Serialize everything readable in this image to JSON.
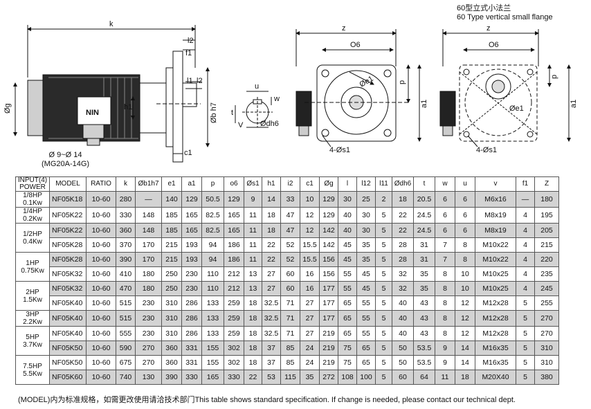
{
  "header": {
    "line1": "60型立式小法兰",
    "line2": "60 Type vertical small flange"
  },
  "side_view": {
    "labels": {
      "k": "k",
      "l2": "l2",
      "f1": "f1",
      "l1": "l1",
      "l2b": "l2",
      "h1": "h1",
      "g": "Øg",
      "b": "Øb h7",
      "c1": "c1",
      "brand": "NIN"
    },
    "caption_line1": "Ø 9~Ø 14",
    "caption_line2": "(MG20A-14G)"
  },
  "shaft_view": {
    "labels": {
      "u": "u",
      "w": "w",
      "t": "t",
      "v": "V",
      "dh": "Ødh6"
    }
  },
  "front_view": {
    "labels": {
      "z": "z",
      "o6": "O6",
      "p": "p",
      "a1": "a1",
      "e1": "Øe1",
      "s1": "4-Øs1"
    }
  },
  "right_view": {
    "labels": {
      "z": "z",
      "o6": "O6",
      "p": "p",
      "a1": "a1",
      "e1": "Øe1",
      "s1": "4-Øs1"
    }
  },
  "table": {
    "headers": [
      "INPUT(4)\nPOWER",
      "MODEL",
      "RATIO",
      "k",
      "Øb1h7",
      "e1",
      "a1",
      "p",
      "o6",
      "Øs1",
      "h1",
      "i2",
      "c1",
      "Øg",
      "l",
      "l12",
      "l11",
      "Ødh6",
      "t",
      "w",
      "u",
      "v",
      "f1",
      "Z"
    ],
    "groups": [
      {
        "power": "1/8HP\n0.1Kw",
        "rows": [
          [
            "NF05K18",
            "10-60",
            "280",
            "—",
            "140",
            "129",
            "50.5",
            "129",
            "9",
            "14",
            "33",
            "10",
            "129",
            "30",
            "25",
            "2",
            "18",
            "20.5",
            "6",
            "6",
            "M6x16",
            "—",
            "180"
          ]
        ]
      },
      {
        "power": "1/4HP\n0.2Kw",
        "rows": [
          [
            "NF05K22",
            "10-60",
            "330",
            "148",
            "185",
            "165",
            "82.5",
            "165",
            "11",
            "18",
            "47",
            "12",
            "129",
            "40",
            "30",
            "5",
            "22",
            "24.5",
            "6",
            "6",
            "M8x19",
            "4",
            "195"
          ]
        ]
      },
      {
        "power": "1/2HP\n0.4Kw",
        "rows": [
          [
            "NF05K22",
            "10-60",
            "360",
            "148",
            "185",
            "165",
            "82.5",
            "165",
            "11",
            "18",
            "47",
            "12",
            "142",
            "40",
            "30",
            "5",
            "22",
            "24.5",
            "6",
            "6",
            "M8x19",
            "4",
            "205"
          ],
          [
            "NF05K28",
            "10-60",
            "370",
            "170",
            "215",
            "193",
            "94",
            "186",
            "11",
            "22",
            "52",
            "15.5",
            "142",
            "45",
            "35",
            "5",
            "28",
            "31",
            "7",
            "8",
            "M10x22",
            "4",
            "215"
          ]
        ]
      },
      {
        "power": "1HP\n0.75Kw",
        "rows": [
          [
            "NF05K28",
            "10-60",
            "390",
            "170",
            "215",
            "193",
            "94",
            "186",
            "11",
            "22",
            "52",
            "15.5",
            "156",
            "45",
            "35",
            "5",
            "28",
            "31",
            "7",
            "8",
            "M10x22",
            "4",
            "220"
          ],
          [
            "NF05K32",
            "10-60",
            "410",
            "180",
            "250",
            "230",
            "110",
            "212",
            "13",
            "27",
            "60",
            "16",
            "156",
            "55",
            "45",
            "5",
            "32",
            "35",
            "8",
            "10",
            "M10x25",
            "4",
            "235"
          ]
        ]
      },
      {
        "power": "2HP\n1.5Kw",
        "rows": [
          [
            "NF05K32",
            "10-60",
            "470",
            "180",
            "250",
            "230",
            "110",
            "212",
            "13",
            "27",
            "60",
            "16",
            "177",
            "55",
            "45",
            "5",
            "32",
            "35",
            "8",
            "10",
            "M10x25",
            "4",
            "245"
          ],
          [
            "NF05K40",
            "10-60",
            "515",
            "230",
            "310",
            "286",
            "133",
            "259",
            "18",
            "32.5",
            "71",
            "27",
            "177",
            "65",
            "55",
            "5",
            "40",
            "43",
            "8",
            "12",
            "M12x28",
            "5",
            "255"
          ]
        ]
      },
      {
        "power": "3HP\n2.2Kw",
        "rows": [
          [
            "NF05K40",
            "10-60",
            "515",
            "230",
            "310",
            "286",
            "133",
            "259",
            "18",
            "32.5",
            "71",
            "27",
            "177",
            "65",
            "55",
            "5",
            "40",
            "43",
            "8",
            "12",
            "M12x28",
            "5",
            "270"
          ]
        ]
      },
      {
        "power": "5HP\n3.7Kw",
        "rows": [
          [
            "NF05K40",
            "10-60",
            "555",
            "230",
            "310",
            "286",
            "133",
            "259",
            "18",
            "32.5",
            "71",
            "27",
            "219",
            "65",
            "55",
            "5",
            "40",
            "43",
            "8",
            "12",
            "M12x28",
            "5",
            "270"
          ],
          [
            "NF05K50",
            "10-60",
            "590",
            "270",
            "360",
            "331",
            "155",
            "302",
            "18",
            "37",
            "85",
            "24",
            "219",
            "75",
            "65",
            "5",
            "50",
            "53.5",
            "9",
            "14",
            "M16x35",
            "5",
            "310"
          ]
        ]
      },
      {
        "power": "7.5HP\n5.5Kw",
        "rows": [
          [
            "NF05K50",
            "10-60",
            "675",
            "270",
            "360",
            "331",
            "155",
            "302",
            "18",
            "37",
            "85",
            "24",
            "219",
            "75",
            "65",
            "5",
            "50",
            "53.5",
            "9",
            "14",
            "M16x35",
            "5",
            "310"
          ],
          [
            "NF05K60",
            "10-60",
            "740",
            "130",
            "390",
            "330",
            "165",
            "330",
            "22",
            "53",
            "115",
            "35",
            "272",
            "108",
            "100",
            "5",
            "60",
            "64",
            "11",
            "18",
            "M20X40",
            "5",
            "380"
          ]
        ]
      }
    ]
  },
  "footnote": "(MODEL)内为标准规格，如需更改使用请洽技术部门This table shows standard specification. If change is needed, please contact our technical dept."
}
